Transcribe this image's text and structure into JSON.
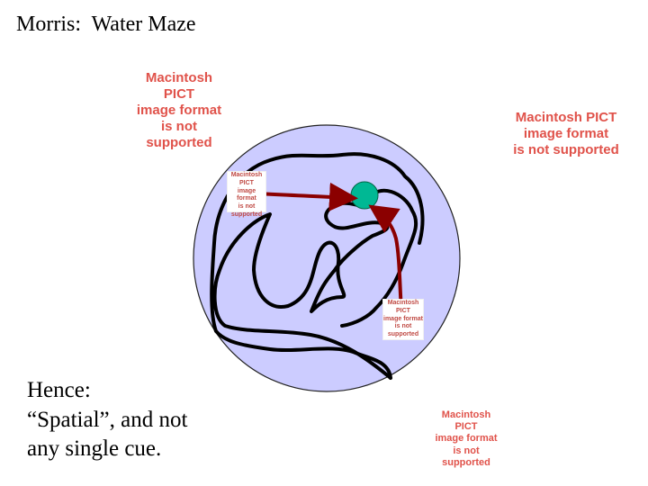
{
  "title": "Morris:  Water Maze",
  "caption": {
    "line1": "Hence:",
    "line2": "“Spatial”, and not",
    "line3": "any single cue."
  },
  "placeholders": [
    {
      "line1": "Macintosh PICT",
      "line2": "image format",
      "line3": "is not supported"
    },
    {
      "line1": "Macintosh PICT",
      "line2": "image format",
      "line3": "is not supported"
    },
    {
      "line1": "Macintosh PICT",
      "line2": "image format",
      "line3": "is not supported"
    },
    {
      "line1": "Macintosh PICT",
      "line2": "image format",
      "line3": "is not supported"
    },
    {
      "line1": "Macintosh PICT",
      "line2": "image format",
      "line3": "is not supported"
    }
  ],
  "colors": {
    "pool_fill": "#ccccff",
    "swim_path": "#000000",
    "direct_path": "#8b0000",
    "platform": "#00b894",
    "placeholder_text": "#e0524a"
  }
}
